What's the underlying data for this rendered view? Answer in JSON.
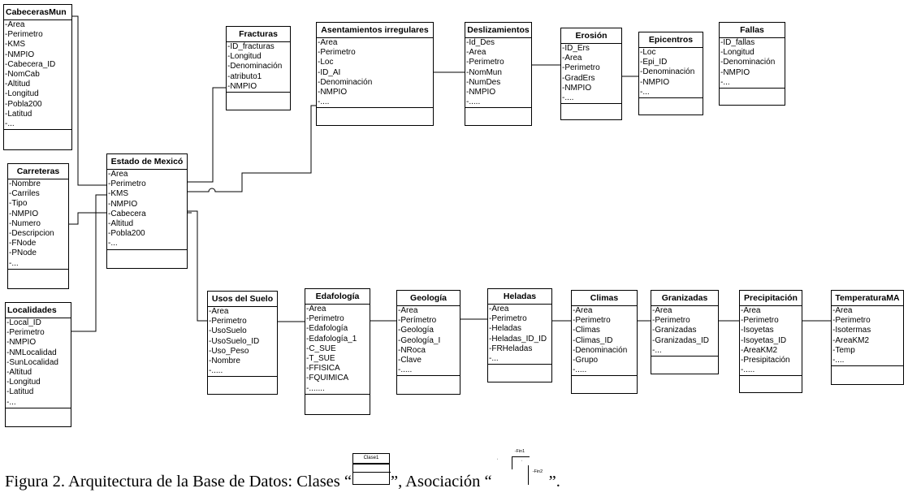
{
  "classes": {
    "cabeceras": {
      "title": "CabecerasMun",
      "attrs": [
        "-Area",
        "-Perimetro",
        "-KMS",
        "-NMPIO",
        "-Cabecera_ID",
        "-NomCab",
        "-Altitud",
        "-Longitud",
        "-Pobla200",
        "-Latitud",
        "-..."
      ]
    },
    "carreteras": {
      "title": "Carreteras",
      "attrs": [
        "-Nombre",
        "-Carriles",
        "-Tipo",
        "-NMPIO",
        "-Numero",
        "-Descripcion",
        "-FNode",
        "-PNode",
        "-..."
      ]
    },
    "localidades": {
      "title": "Localidades",
      "attrs": [
        "-Local_ID",
        "-Perimetro",
        "-NMPIO",
        "-NMLocalidad",
        "-SunLocalidad",
        "-Altitud",
        "-Longitud",
        "-Latitud",
        "-..."
      ]
    },
    "estado": {
      "title": "Estado de Mexicó",
      "attrs": [
        "-Area",
        "-Perimetro",
        "-KMS",
        "-NMPIO",
        "-Cabecera",
        "-Altitud",
        "-Pobla200",
        "-..."
      ]
    },
    "fracturas": {
      "title": "Fracturas",
      "attrs": [
        "-ID_fracturas",
        "-Longitud",
        "-Denominación",
        "-atributo1",
        "-NMPIO"
      ]
    },
    "asentamientos": {
      "title": "Asentamientos irregulares",
      "attrs": [
        "-Area",
        "-Perimetro",
        "-Loc",
        "-ID_AI",
        "-Denominación",
        "-NMPIO",
        "-...."
      ]
    },
    "deslizamientos": {
      "title": "Deslizamientos",
      "attrs": [
        "-Id_Des",
        "-Area",
        "-Perimetro",
        "-NomMun",
        "-NumDes",
        "-NMPIO",
        "-....."
      ]
    },
    "erosion": {
      "title": "Erosión",
      "attrs": [
        "-ID_Ers",
        "-Area",
        "-Perimetro",
        "-GradErs",
        "-NMPIO",
        "-...."
      ]
    },
    "epicentros": {
      "title": "Epicentros",
      "attrs": [
        "-Loc",
        "-Epi_ID",
        "-Denominación",
        "-NMPIO",
        "-..."
      ]
    },
    "fallas": {
      "title": "Fallas",
      "attrs": [
        "-ID_fallas",
        "-Longitud",
        "-Denominación",
        "-NMPIO",
        "-..."
      ]
    },
    "usos": {
      "title": "Usos del Suelo",
      "attrs": [
        "-Area",
        "-Perimetro",
        "-UsoSuelo",
        "-UsoSuelo_ID",
        "-Uso_Peso",
        "-Nombre",
        "-....."
      ]
    },
    "edafologia": {
      "title": "Edafología",
      "attrs": [
        "-Area",
        "-Perimetro",
        "-Edafología",
        "-Edafología_1",
        "-C_SUE",
        "-T_SUE",
        "-FFISICA",
        "-FQUIMICA",
        "-......."
      ]
    },
    "geologia": {
      "title": "Geología",
      "attrs": [
        "-Area",
        "-Perímetro",
        "-Geología",
        "-Geología_I",
        "-NRoca",
        "-Clave",
        "-....."
      ]
    },
    "heladas": {
      "title": "Heladas",
      "attrs": [
        "-Area",
        "-Perimetro",
        "-Heladas",
        "-Heladas_ID_ID",
        "-FRHeladas",
        "-..."
      ]
    },
    "climas": {
      "title": "Climas",
      "attrs": [
        "-Area",
        "-Perimetro",
        "-Climas",
        "-Climas_ID",
        "-Denominación",
        "-Grupo",
        "-....."
      ]
    },
    "granizadas": {
      "title": "Granizadas",
      "attrs": [
        "-Area",
        "-Perimetro",
        "-Granizadas",
        "-Granizadas_ID",
        "-..."
      ]
    },
    "precipitacion": {
      "title": "Precipitación",
      "attrs": [
        "-Area",
        "-Perimetro",
        "-Isoyetas",
        "-Isoyetas_ID",
        "-AreaKM2",
        "-Presipitación",
        "-....."
      ]
    },
    "temperatura": {
      "title": "TemperaturaMA",
      "attrs": [
        "-Area",
        "-Perimetro",
        "-Isotermas",
        "-AreaKM2",
        "-Temp",
        "-...."
      ]
    }
  },
  "caption": {
    "part1": "Figura 2. Arquitectura de la Base de Datos: Clases “",
    "part2": "”, Asociación “",
    "part3": "”.",
    "class_icon_label": "Clase1",
    "assoc_end1": "-Fin1",
    "assoc_end2": "-Fin2"
  }
}
